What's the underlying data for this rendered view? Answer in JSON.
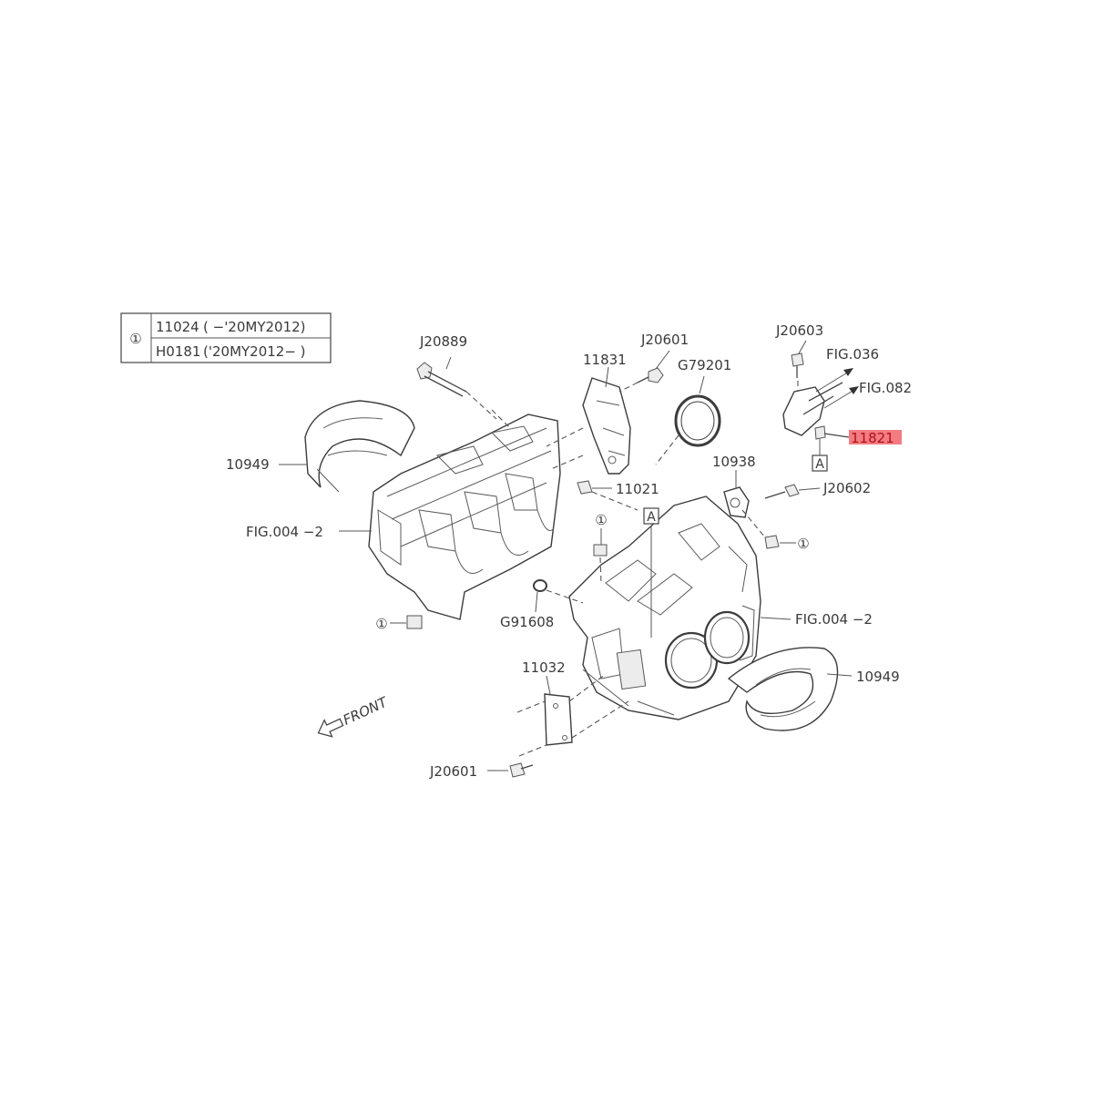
{
  "legend": {
    "symbol": "①",
    "rows": [
      {
        "part": "11024",
        "note": "( −'20MY2012)"
      },
      {
        "part": "H0181",
        "note": "('20MY2012− )"
      }
    ]
  },
  "labels": {
    "j20889": "J20889",
    "p11831": "11831",
    "j20601_top": "J20601",
    "g79201": "G79201",
    "j20603": "J20603",
    "fig036": "FIG.036",
    "fig082": "FIG.082",
    "p11821": "11821",
    "p10949_left": "10949",
    "p11021": "11021",
    "p10938": "10938",
    "j20602": "J20602",
    "fig004_left": "FIG.004 −2",
    "fig004_right": "FIG.004 −2",
    "g91608": "G91608",
    "p10949_right": "10949",
    "p11032": "11032",
    "j20601_bottom": "J20601",
    "front": "FRONT",
    "ref_a": "A",
    "circ1": "①"
  },
  "highlight_color": "#e8101c"
}
